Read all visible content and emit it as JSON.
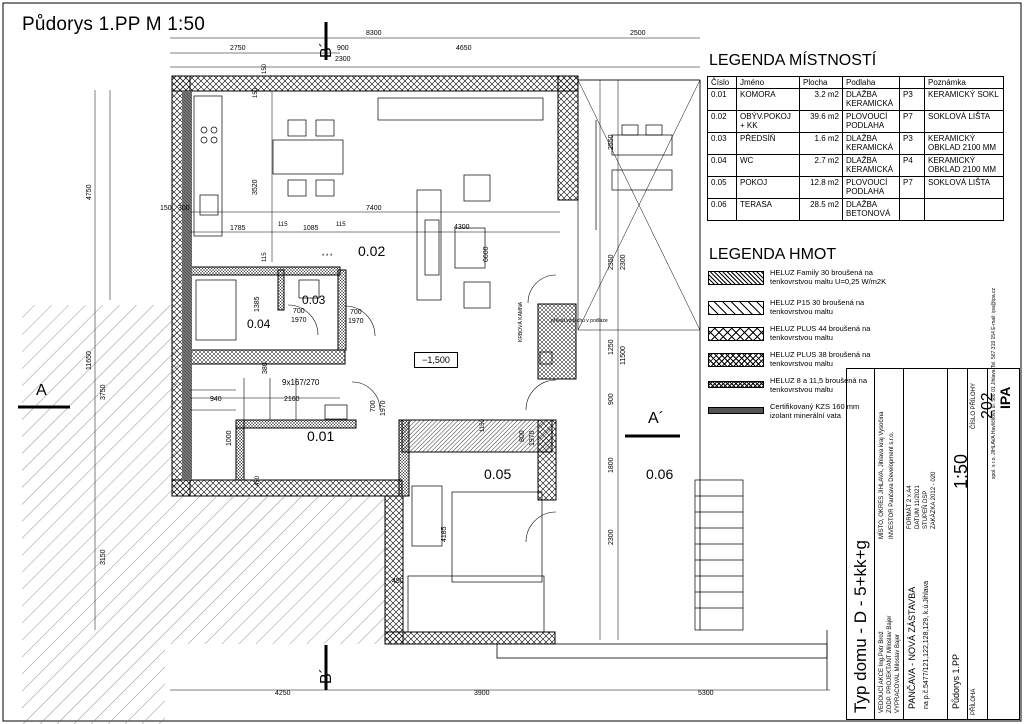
{
  "title": "Půdorys 1.PP  M 1:50",
  "rooms_legend": {
    "heading": "LEGENDA MÍSTNOSTÍ",
    "columns": [
      "Číslo",
      "Jméno",
      "Plocha",
      "Podlaha",
      "",
      "Poznámka"
    ],
    "rows": [
      {
        "no": "0.01",
        "name": "KOMORA",
        "area": "3.2 m2",
        "floor": "DLAŽBA KERAMICKÁ",
        "code": "P3",
        "note": "KERAMICKÝ SOKL"
      },
      {
        "no": "0.02",
        "name": "OBÝV.POKOJ + KK",
        "area": "39.6 m2",
        "floor": "PLOVOUCÍ PODLAHA",
        "code": "P7",
        "note": "SOKLOVÁ LIŠTA"
      },
      {
        "no": "0.03",
        "name": "PŘEDSÍŇ",
        "area": "1.6 m2",
        "floor": "DLAŽBA KERAMICKÁ",
        "code": "P3",
        "note": "KERAMICKÝ OBKLAD 2100 MM"
      },
      {
        "no": "0.04",
        "name": "WC",
        "area": "2.7 m2",
        "floor": "DLAŽBA KERAMICKÁ",
        "code": "P4",
        "note": "KERAMICKÝ OBKLAD 2100 MM"
      },
      {
        "no": "0.05",
        "name": "POKOJ",
        "area": "12.8 m2",
        "floor": "PLOVOUCÍ PODLAHA",
        "code": "P7",
        "note": "SOKLOVÁ LIŠTA"
      },
      {
        "no": "0.06",
        "name": "TERASA",
        "area": "28.5 m2",
        "floor": "DLAŽBA BETONOVÁ",
        "code": "",
        "note": ""
      }
    ]
  },
  "materials_legend": {
    "heading": "LEGENDA HMOT",
    "items": [
      {
        "label": "HELUZ Family 30 broušená na tenkovrstvou maltu U=0,25 W/m2K",
        "pattern": "hatchDense"
      },
      {
        "label": "HELUZ P15 30 broušená na tenkovrstvou maltu",
        "pattern": "hatchSparse"
      },
      {
        "label": "HELUZ PLUS 44 broušená na tenkovrstvou maltu",
        "pattern": "cross"
      },
      {
        "label": "HELUZ PLUS 38 broušená na tenkovrstvou maltu",
        "pattern": "crossFine"
      },
      {
        "label": "HELUZ 8 a 11,5 broušená na tenkovrstvou maltu",
        "pattern": "crossThin"
      },
      {
        "label": "Certifikovaný KZS 160 mm izolant minerální vata",
        "pattern": "insul"
      }
    ]
  },
  "plan": {
    "room_labels": [
      "0.01",
      "0.02",
      "0.03",
      "0.04",
      "0.05",
      "0.06"
    ],
    "level": "−1,500",
    "section_marks": [
      "A",
      "A´",
      "B´",
      "B´"
    ],
    "dims_top": [
      "2750",
      "8300",
      "4650",
      "2500",
      "900",
      "2300",
      "150"
    ],
    "dims_bottom": [
      "4250",
      "3900",
      "5300",
      "450"
    ],
    "dims_left": [
      "4750",
      "11650",
      "3750",
      "3150"
    ],
    "dims_right": [
      "2550",
      "2350",
      "2300",
      "11500",
      "1250",
      "900",
      "1800",
      "2300"
    ],
    "dims_inner": [
      "3520",
      "7400",
      "4300",
      "6600",
      "1785",
      "115",
      "1085",
      "115",
      "115",
      "1385",
      "700",
      "1970",
      "700",
      "1970",
      "700",
      "1970",
      "800",
      "1970",
      "9x167/270",
      "940",
      "2160",
      "1000",
      "380",
      "4185",
      "1150",
      "300",
      "150",
      "150",
      "450"
    ],
    "notes": [
      "KRBOVÁ KAMNA",
      "přívod vzduchu v podlaze",
      "* * *"
    ]
  },
  "title_block": {
    "type_text": "Typ domu  -  D - 5+kk+g",
    "project": "PANČAVA  -  NOVÁ  ZÁSTAVBA",
    "parcel": "na p.č.5477/121,122,128,129, k.ú.Jihlava",
    "drawing": "Půdorys 1.PP",
    "scale": "1:50",
    "number": "202",
    "fields": [
      {
        "key": "VEDOUCÍ AKCE",
        "val": "Ing.Petr Brož"
      },
      {
        "key": "ZODP. PROJEKTANT",
        "val": "Miloslav Bajer"
      },
      {
        "key": "VYPRACOVAL",
        "val": "Miloslav Bajer"
      },
      {
        "key": "MÍSTO, OKRES",
        "val": "JIHLAVA, Jihlava kraj Vysočina"
      },
      {
        "key": "INVESTOR",
        "val": "Pančava Development s.r.o."
      },
      {
        "key": "FORMÁT",
        "val": "2 x A4"
      },
      {
        "key": "DATUM",
        "val": "11/2021"
      },
      {
        "key": "STUPEŇ",
        "val": "DSP"
      },
      {
        "key": "ZAKÁZKA",
        "val": "2012 - 020"
      },
      {
        "key": "MĚŘÍTKO",
        "val": "1:50"
      },
      {
        "key": "ČÍSLO PŘÍLOHY",
        "val": "202"
      },
      {
        "key": "PŘÍLOHA",
        "val": ""
      }
    ],
    "company": "spol. s r.o. JIHLAVA  Havlíčkova ul. 586 01 Jihlava  Tel. 567 319 154  E-mail: ipa@ipa.cz",
    "logo_text": "IPA"
  }
}
